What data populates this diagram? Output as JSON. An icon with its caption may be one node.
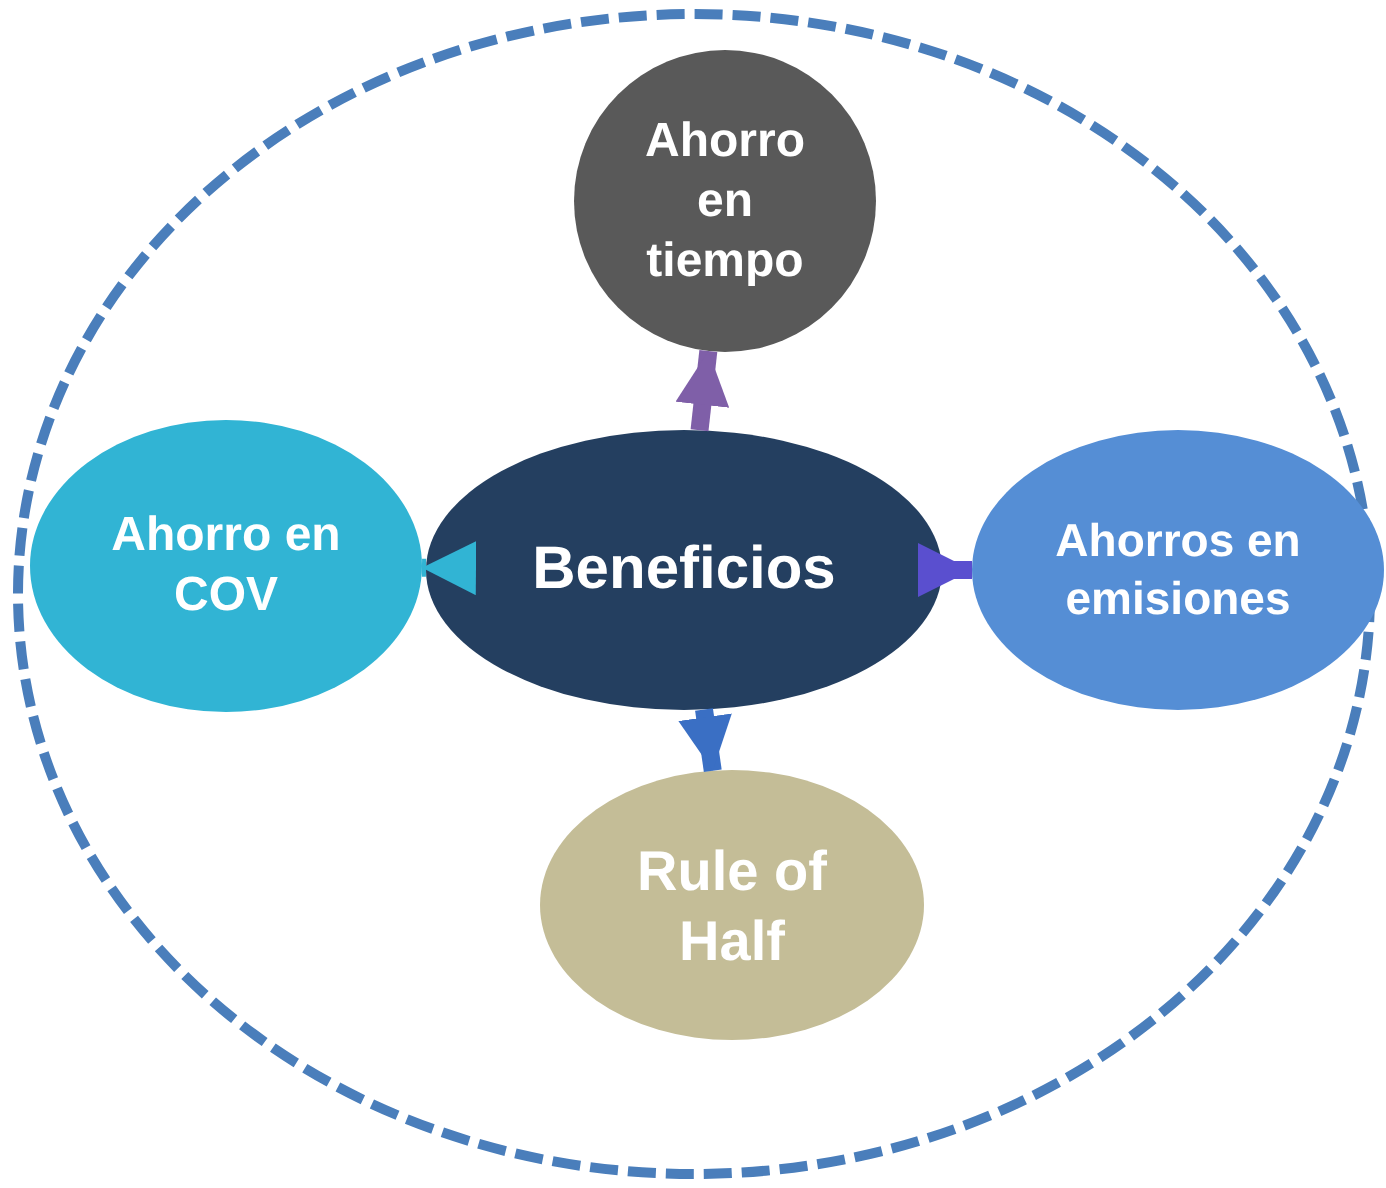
{
  "diagram": {
    "nodes": [
      {
        "text": [],
        "shape": "circle"
      },
      {
        "text": [
          "Ahorro en tiempo"
        ],
        "in": 0
      },
      {
        "text": [
          "Ahorro en COV"
        ],
        "in": 0
      },
      {
        "text": [
          "Beneficios"
        ],
        "in": 0
      },
      {
        "text": [
          "Ahorros en emisiones"
        ],
        "in": 0
      },
      {
        "text": [
          "Rule of Half"
        ],
        "in": 0
      }
    ],
    "edges": [
      {
        "from": 3,
        "to": 1,
        "arrow": "to",
        "color": "#7f5fa8"
      },
      {
        "from": 3,
        "to": 2,
        "arrow": "to",
        "color": "#31b4d4"
      },
      {
        "from": 3,
        "to": 4,
        "arrow": "to",
        "color": "#5a4fcf"
      },
      {
        "from": 3,
        "to": 5,
        "arrow": "to",
        "color": "#3a6fc4"
      }
    ]
  }
}
